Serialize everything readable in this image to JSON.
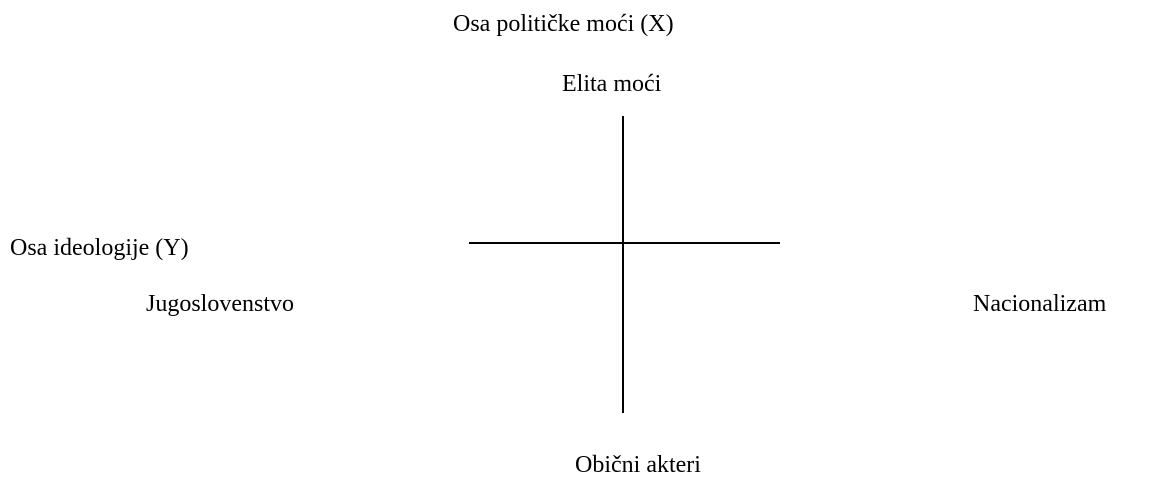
{
  "diagram": {
    "x_axis_title": "Osa političke moći (X)",
    "x_axis_top": "Elita moći",
    "x_axis_bottom": "Obični akteri",
    "y_axis_title": "Osa ideologije (Y)",
    "y_axis_left": "Jugoslovenstvo",
    "y_axis_right": "Nacionalizam",
    "line_color": "#000000"
  }
}
